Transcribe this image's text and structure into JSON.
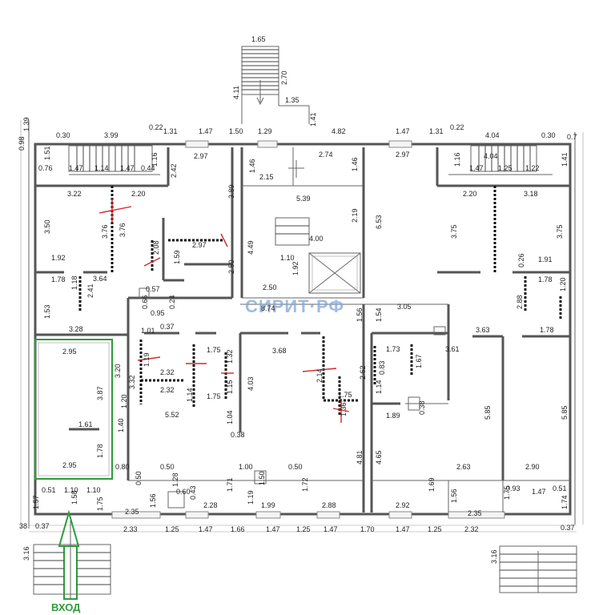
{
  "watermark": "СИРИТ·РФ",
  "entrance_label": "ВХОД",
  "dimensions_h": {
    "top_stair": "1.65",
    "top_135": "1.35",
    "top_482": "4.82",
    "t_030a": "0.30",
    "t_399": "3.99",
    "t_022a": "0.22",
    "t_131a": "1.31",
    "t_147a": "1.47",
    "t_150": "1.50",
    "t_129": "1.29",
    "t_147b": "1.47",
    "t_131b": "1.31",
    "t_022b": "0.22",
    "t_404": "4.04",
    "t_030b": "0.30",
    "t_07": "0.7",
    "r_147a": "1.47",
    "r_114": "1.14",
    "r_147b": "1.47",
    "r_044": "0.44",
    "r_076": "0.76",
    "r_297a": "2.97",
    "r_274": "2.74",
    "r_297b": "2.97",
    "r_404b": "4.04",
    "r_147c": "1.47",
    "r_125": "1.25",
    "r_122": "1.22",
    "a_322": "3.22",
    "a_220": "2.20",
    "a_215": "2.15",
    "a_539": "5.39",
    "a_220b": "2.20",
    "a_318": "3.18",
    "b_297": "2.97",
    "b_400": "4.00",
    "c_192": "1.92",
    "c_110": "1.10",
    "c_191": "1.91",
    "d_178": "1.78",
    "d_364": "3.64",
    "d_057": "0.57",
    "d_250": "2.50",
    "d_178b": "1.78",
    "e_095": "0.95",
    "e_874": "8.74",
    "e_305": "3.05",
    "f_328": "3.28",
    "f_101": "1.01",
    "f_037": "0.37",
    "f_363": "3.63",
    "f_178": "1.78",
    "g_295": "2.95",
    "g_175": "1.75",
    "g_368": "3.68",
    "g_173": "1.73",
    "g_361": "3.61",
    "h_232": "2.32",
    "h_232b": "2.32",
    "h_175": "1.75",
    "h_552": "5.52",
    "h_175b": "1.75",
    "h_189": "1.89",
    "h_161": "1.61",
    "h_038": "0.38",
    "i_295": "2.95",
    "i_080": "0.80",
    "i_050": "0.50",
    "i_100": "1.00",
    "i_050b": "0.50",
    "i_263": "2.63",
    "i_290": "2.90",
    "j_051": "0.51",
    "j_110": "1.10",
    "j_110b": "1.10",
    "j_060": "0.60",
    "j_093": "0.93",
    "j_147": "1.47",
    "j_051b": "0.51",
    "k_235": "2.35",
    "k_228": "2.28",
    "k_199": "1.99",
    "k_288": "2.88",
    "k_292": "2.92",
    "k_235b": "2.35",
    "bot_233": "2.33",
    "bot_125a": "1.25",
    "bot_147a": "1.47",
    "bot_166": "1.66",
    "bot_147b": "1.47",
    "bot_125b": "1.25",
    "bot_147c": "1.47",
    "bot_170": "1.70",
    "bot_147d": "1.47",
    "bot_125c": "1.25",
    "bot_232": "2.32",
    "bot_38": "38",
    "bot_037": "0.37",
    "bot_037b": "0.37"
  },
  "dimensions_v": {
    "top_411": "4.11",
    "top_270": "2.70",
    "top_141": "1.41",
    "l_139": "1.39",
    "l_098": "0.98",
    "l_151": "1.51",
    "l_350": "3.50",
    "l_153": "1.53",
    "l_116": "1.16",
    "l_146": "1.46",
    "l_146b": "1.46",
    "l_116b": "1.16",
    "l_141": "1.41",
    "l_242": "2.42",
    "l_389": "3.89",
    "l_376a": "3.76",
    "l_376b": "3.76",
    "l_208": "2.08",
    "l_159": "1.59",
    "l_250": "2.50",
    "l_449": "4.49",
    "l_219": "2.19",
    "l_192": "1.92",
    "l_653": "6.53",
    "l_375a": "3.75",
    "l_375b": "3.75",
    "l_026": "0.26",
    "l_118": "1.18",
    "l_241": "2.41",
    "l_066": "0.66",
    "l_024": "0.24",
    "l_288": "2.88",
    "l_120": "1.20",
    "l_154": "1.54",
    "l_156": "1.56",
    "m_320": "3.20",
    "m_119": "1.19",
    "m_332": "3.32",
    "m_132": "1.32",
    "m_114": "1.14",
    "m_115": "1.15",
    "m_403": "4.03",
    "m_214": "2.14",
    "m_262": "2.62",
    "m_083": "0.83",
    "m_167": "1.67",
    "m_114b": "1.14",
    "m_038": "0.38",
    "m_136": "1.36",
    "m_387": "3.87",
    "m_120": "1.20",
    "m_140": "1.40",
    "m_104": "1.04",
    "m_585a": "5.85",
    "m_585b": "5.85",
    "m_178": "1.78",
    "m_481": "4.81",
    "m_465": "4.65",
    "n_050": "0.50",
    "n_128": "1.28",
    "n_043": "0.43",
    "n_171": "1.71",
    "n_119": "1.19",
    "n_150": "1.50",
    "n_172": "1.72",
    "n_169": "1.69",
    "n_156": "1.56",
    "n_175": "1.75",
    "n_157": "1.57",
    "n_175b": "1.75",
    "n_156b": "1.56",
    "n_174": "1.74",
    "n_158": "1.58",
    "n_316a": "3.16",
    "n_316b": "3.16"
  }
}
